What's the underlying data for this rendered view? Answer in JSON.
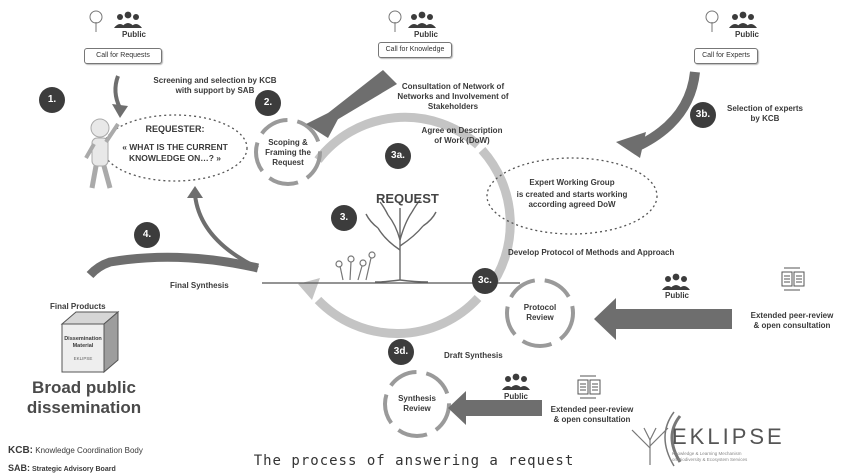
{
  "public_label": "Public",
  "call_requests": "Call for Requests",
  "call_knowledge": "Call for Knowledge",
  "call_experts": "Call for Experts",
  "screening_line1": "Screening and selection by KCB",
  "screening_line2_prefix": "with support by",
  "screening_line2_bold": "SAB",
  "consultation": [
    "Consultation of Network of",
    "Networks and Involvement of",
    "Stakeholders"
  ],
  "selection_experts": [
    "Selection of experts",
    "by KCB"
  ],
  "agree_dow": [
    "Agree on Description",
    "of Work (DoW)"
  ],
  "requester_title": "REQUESTER:",
  "requester_question": "« WHAT IS THE CURRENT KNOWLEDGE ON…? »",
  "scoping": [
    "Scoping &",
    "Framing the",
    "Request"
  ],
  "request_label": "REQUEST",
  "ewg_title": "Expert Working Group",
  "ewg_text": [
    "is created and starts working",
    "according agreed DoW"
  ],
  "develop_protocol": "Develop Protocol of Methods and Approach",
  "protocol_review": [
    "Protocol",
    "Review"
  ],
  "final_synthesis": "Final Synthesis",
  "final_products": "Final Products",
  "draft_synthesis": "Draft Synthesis",
  "synthesis_review": [
    "Synthesis",
    "Review"
  ],
  "extended_review": [
    "Extended peer-review",
    "& open consultation"
  ],
  "dissemination_material": [
    "Dissemination",
    "Material"
  ],
  "box_logo": "EKLIPSE",
  "broad_public": [
    "Broad public",
    "dissemination"
  ],
  "kcb_abbr": "KCB:",
  "kcb_text": "Knowledge Coordination Body",
  "sab_abbr": "SAB:",
  "sab_text": "Strategic Advisory Board",
  "bottom_title": "The process of answering a request",
  "numbers": {
    "n1": "1.",
    "n2": "2.",
    "n3": "3.",
    "n3a": "3a.",
    "n3b": "3b.",
    "n3c": "3c.",
    "n3d": "3d.",
    "n4": "4."
  },
  "logo_text": "EKLIPSE",
  "logo_subtitle": [
    "Knowledge & Learning Mechanism",
    "on Biodiversity & Ecosystem Services"
  ],
  "colors": {
    "dark": "#3c3c3c",
    "arrow_dark": "#6e6e6e",
    "arrow_light": "#cfcfcf",
    "ring": "#b9b9b9"
  }
}
